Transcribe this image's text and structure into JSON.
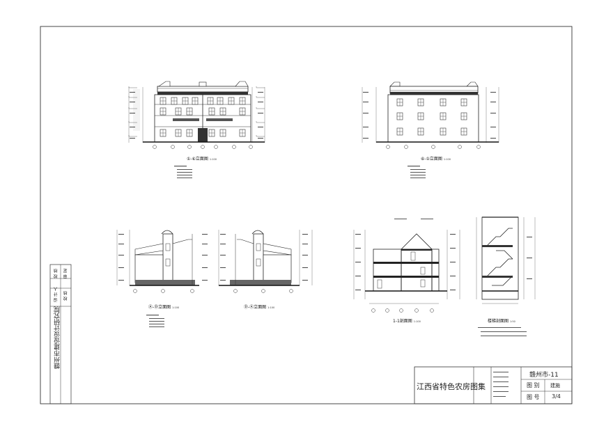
{
  "sidebar": {
    "institute": "赣州市建设设计研究院",
    "design_label": "设 计 人",
    "proofread_label": "校 核",
    "field_a": "审 定",
    "field_b": "校 核"
  },
  "drawings": {
    "front_elevation_title": "①-⑥立面图",
    "front_elevation_scale": "1:100",
    "rear_elevation_title": "⑥-①立面图",
    "rear_elevation_scale": "1:100",
    "side_elevation_a_title": "Ⓐ-Ⓓ立面图",
    "side_elevation_a_scale": "1:100",
    "side_elevation_b_title": "Ⓓ-Ⓐ立面图",
    "side_elevation_b_scale": "1:100",
    "section_title": "1-1剖面图",
    "section_scale": "1:100",
    "stair_title": "楼梯剖面图",
    "stair_scale": "1:50"
  },
  "title_block": {
    "project": "江西省特色农房图集",
    "code": "赣州市-11",
    "category_label": "图 别",
    "category_value": "建施",
    "sheet_label": "图 号",
    "sheet_value": "3/4"
  }
}
